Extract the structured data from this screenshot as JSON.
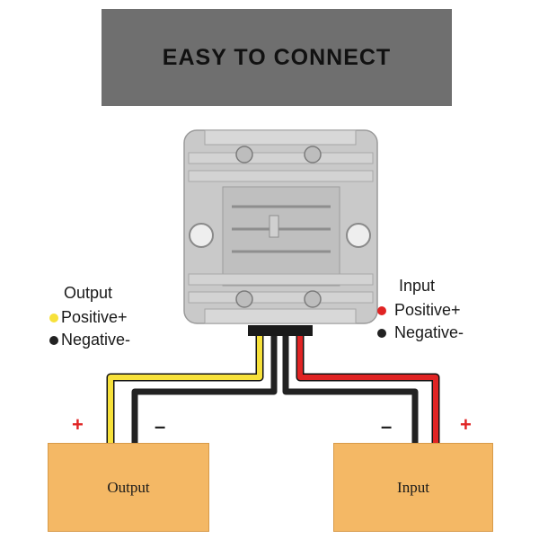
{
  "banner": {
    "title": "EASY TO CONNECT"
  },
  "output_legend": {
    "title": "Output",
    "positive": "Positive+",
    "negative": "Negative-"
  },
  "input_legend": {
    "title": "Input",
    "positive": "Positive+",
    "negative": "Negative-"
  },
  "boxes": {
    "output": "Output",
    "input": "Input"
  },
  "signs": {
    "plus": "+",
    "minus": "–"
  },
  "colors": {
    "positive_output": "#f7e13a",
    "positive_input": "#e02424",
    "negative": "#222222",
    "banner": "#6f6f6f",
    "box_fill": "#f4b865",
    "module": "#c8c8c8"
  },
  "icons": {
    "device": "dc-dc-converter-module"
  }
}
